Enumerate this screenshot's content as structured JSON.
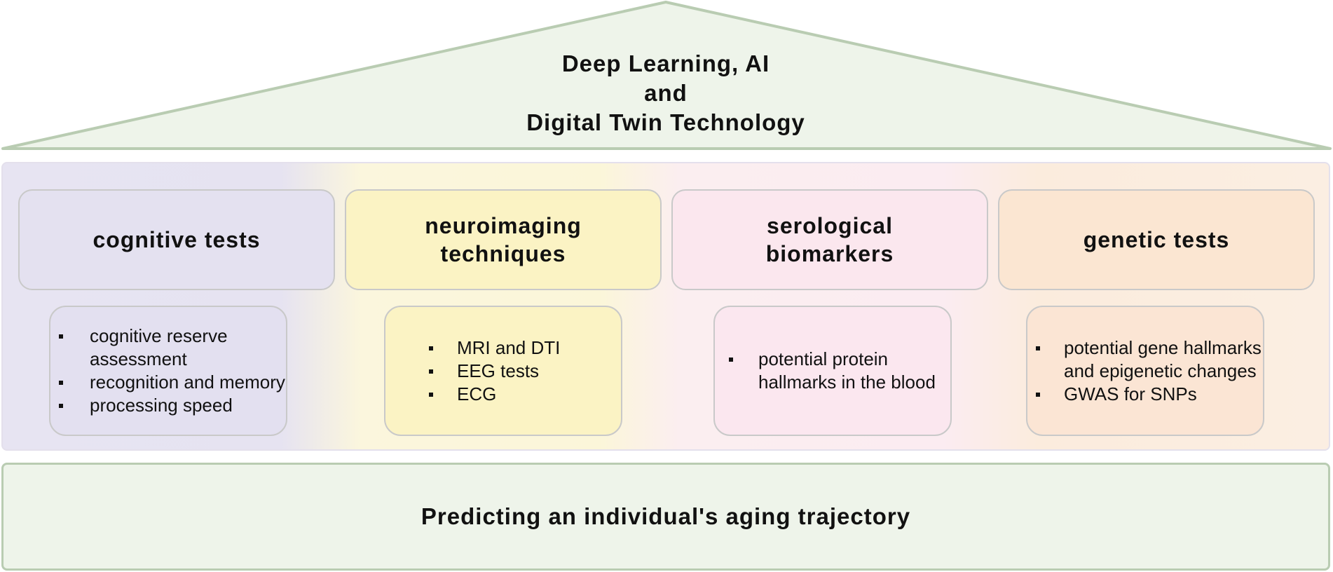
{
  "roof": {
    "line1": "Deep Learning, AI",
    "line2": "and",
    "line3": "Digital Twin Technology",
    "fill": "#eef4ea",
    "stroke": "#b9ccb2"
  },
  "categories": [
    {
      "title_line1": "cognitive tests",
      "title_line2": "",
      "items": [
        "cognitive reserve assessment",
        "recognition and memory",
        "processing speed"
      ],
      "color": "#e4e1f0"
    },
    {
      "title_line1": "neuroimaging",
      "title_line2": "techniques",
      "items": [
        "MRI and DTI",
        "EEG tests",
        "ECG"
      ],
      "color": "#fbf3c4"
    },
    {
      "title_line1": "serological",
      "title_line2": "biomarkers",
      "items": [
        "potential protein hallmarks in the blood"
      ],
      "color": "#fbe7ee"
    },
    {
      "title_line1": "genetic tests",
      "title_line2": "",
      "items": [
        "potential gene hallmarks and epigenetic changes",
        "GWAS for SNPs"
      ],
      "color": "#fbe6d2"
    }
  ],
  "foundation": {
    "text": "Predicting an individual's aging trajectory",
    "fill": "#eef4ea"
  }
}
